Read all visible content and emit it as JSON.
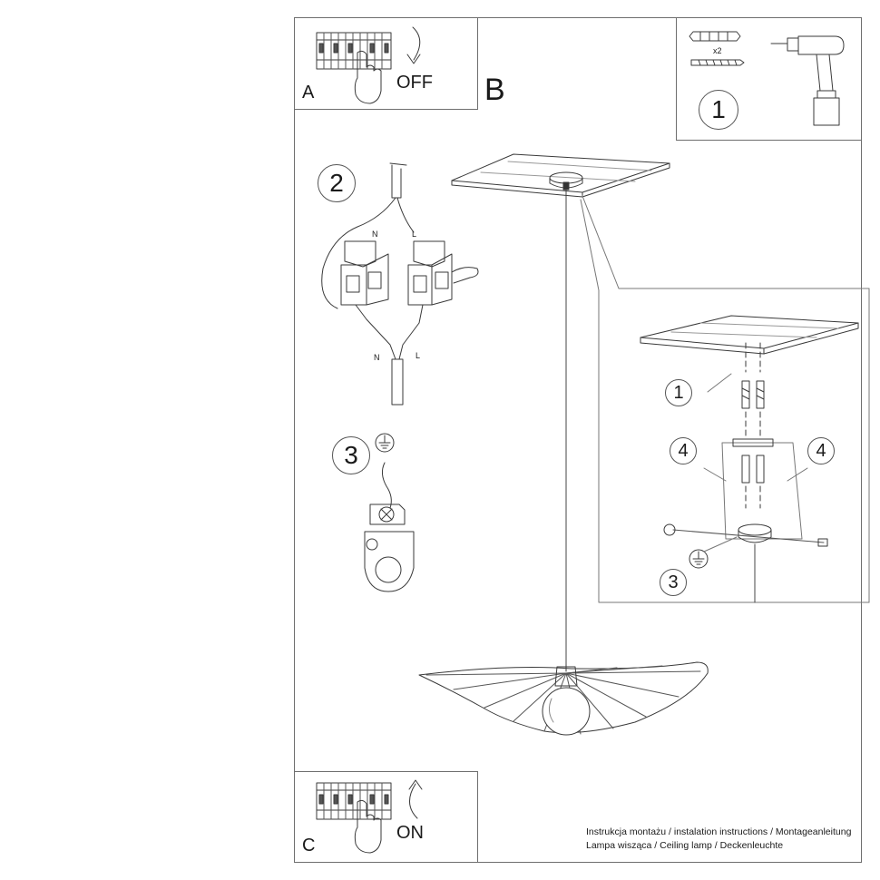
{
  "panels": {
    "a": {
      "letter": "A",
      "action": "OFF"
    },
    "b": {
      "letter": "B"
    },
    "c": {
      "letter": "C",
      "action": "ON"
    }
  },
  "tools": {
    "quantity": "x2",
    "step": "1"
  },
  "wiring": {
    "step": "2",
    "top_neutral": "N",
    "top_live": "L",
    "bottom_neutral": "N",
    "bottom_live": "L"
  },
  "earth": {
    "step": "3"
  },
  "detail": {
    "screw_step": "1",
    "left_cover_step": "4",
    "right_cover_step": "4",
    "earth_step": "3"
  },
  "footer": {
    "line1": "Instrukcja montażu / instalation instructions / Montageanleitung",
    "line2": "Lampa wisząca / Ceiling lamp / Deckenleuchte"
  },
  "icons": [
    "circuit-breaker-icon",
    "hand-icon",
    "turn-off-arrow-icon",
    "turn-on-arrow-icon",
    "wall-plug-icon",
    "screw-icon",
    "drill-icon",
    "terminal-block-icon",
    "earth-symbol-icon",
    "earth-terminal-icon"
  ]
}
